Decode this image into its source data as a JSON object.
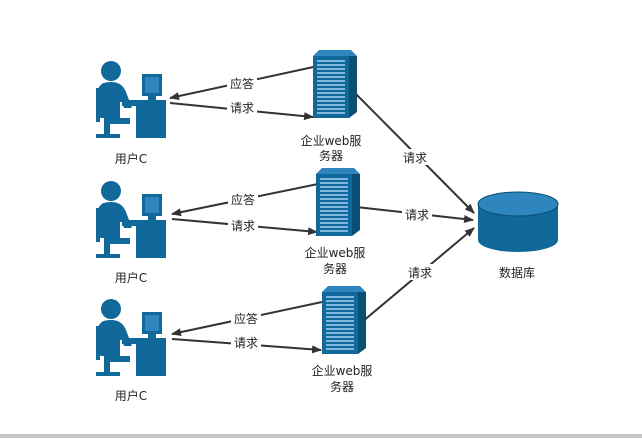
{
  "colors": {
    "node_blue": "#10699a",
    "node_light": "#2f86bf",
    "server_stripe": "#7fb8dc",
    "line": "#333333",
    "label_bg": "#ffffff"
  },
  "users": [
    {
      "label": "用户C",
      "icon": "user-at-desk-icon"
    },
    {
      "label": "用户C",
      "icon": "user-at-desk-icon"
    },
    {
      "label": "用户C",
      "icon": "user-at-desk-icon"
    }
  ],
  "servers": [
    {
      "label_line1": "企业web服",
      "label_line2": "务器",
      "icon": "server-icon"
    },
    {
      "label_line1": "企业web服",
      "label_line2": "务器",
      "icon": "server-icon"
    },
    {
      "label_line1": "企业web服",
      "label_line2": "务器",
      "icon": "server-icon"
    }
  ],
  "database": {
    "label": "数据库",
    "icon": "database-icon"
  },
  "edges": [
    {
      "response_label": "应答",
      "request_label": "请求",
      "db_label": "请求"
    },
    {
      "response_label": "应答",
      "request_label": "请求",
      "db_label": "请求"
    },
    {
      "response_label": "应答",
      "request_label": "请求",
      "db_label": "请求"
    }
  ]
}
